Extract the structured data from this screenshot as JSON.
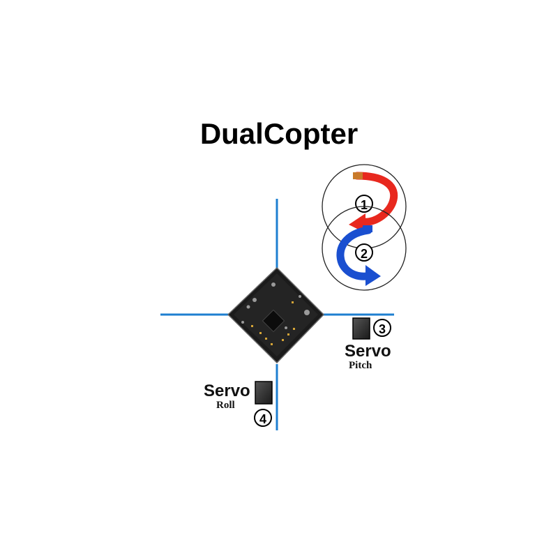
{
  "title": "DualCopter",
  "motors": [
    {
      "number": "1",
      "color": "#e8281e"
    },
    {
      "number": "2",
      "color": "#1a4fd0"
    }
  ],
  "servos": [
    {
      "number": "3",
      "label": "Servo",
      "sub": "Pitch"
    },
    {
      "number": "4",
      "label": "Servo",
      "sub": "Roll"
    }
  ],
  "colors": {
    "axis": "#1e7fd0",
    "board": "#1b1b1b",
    "red_arrow": "#e8281e",
    "blue_arrow": "#1a4fd0"
  }
}
